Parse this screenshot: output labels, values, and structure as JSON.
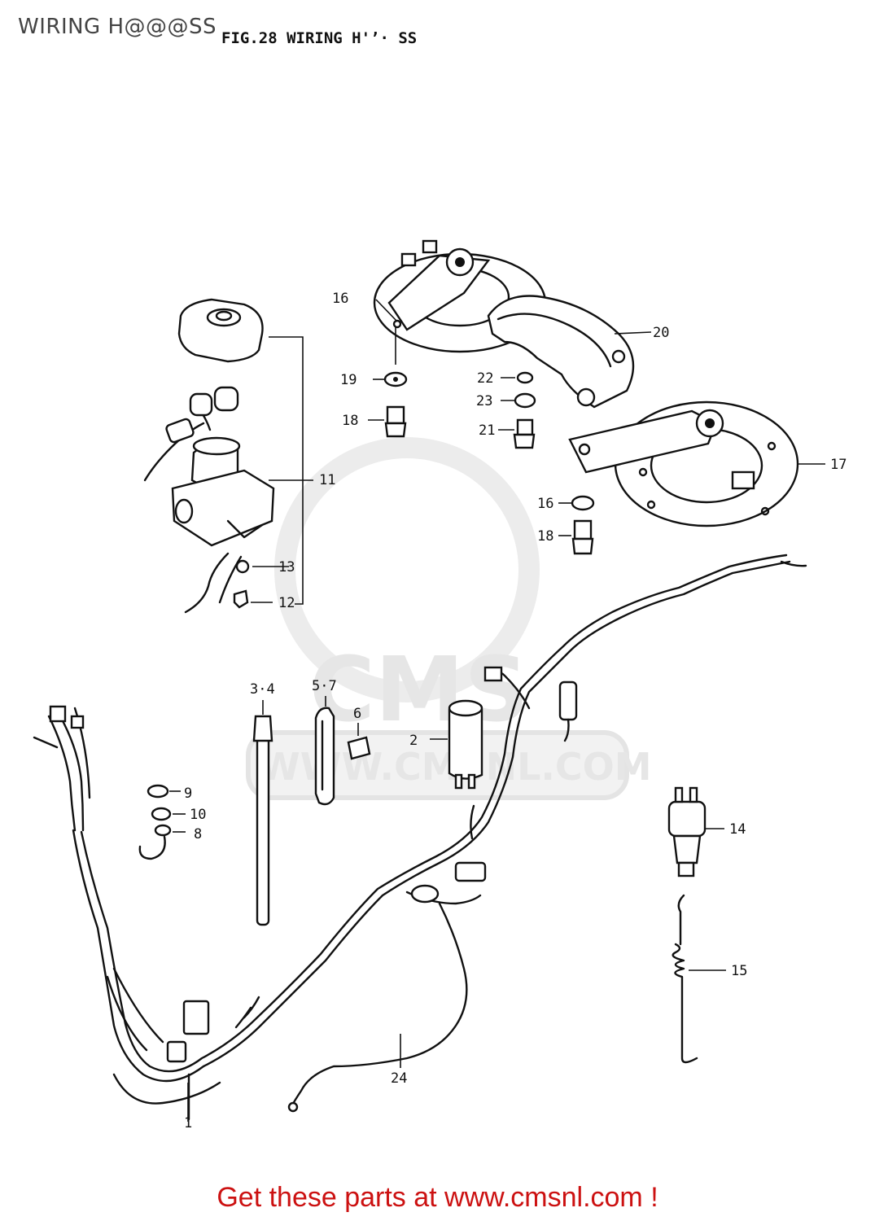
{
  "header": {
    "title": "WIRING H@@@SS",
    "figure_title": "FIG.28  WIRING H'’· SS"
  },
  "watermark": {
    "logo_text": "CMS",
    "url_text": "WWW.CMSNL.COM"
  },
  "callouts": {
    "c1": "1",
    "c2": "2",
    "c34": "3·4",
    "c57": "5·7",
    "c6": "6",
    "c8": "8",
    "c9": "9",
    "c10": "10",
    "c11": "11",
    "c12": "12",
    "c13": "13",
    "c14": "14",
    "c15": "15",
    "c16a": "16",
    "c16b": "16",
    "c17": "17",
    "c18a": "18",
    "c18b": "18",
    "c19": "19",
    "c20": "20",
    "c21": "21",
    "c22": "22",
    "c23": "23",
    "c24": "24"
  },
  "footer": {
    "text": "Get these parts at www.cmsnl.com !"
  }
}
